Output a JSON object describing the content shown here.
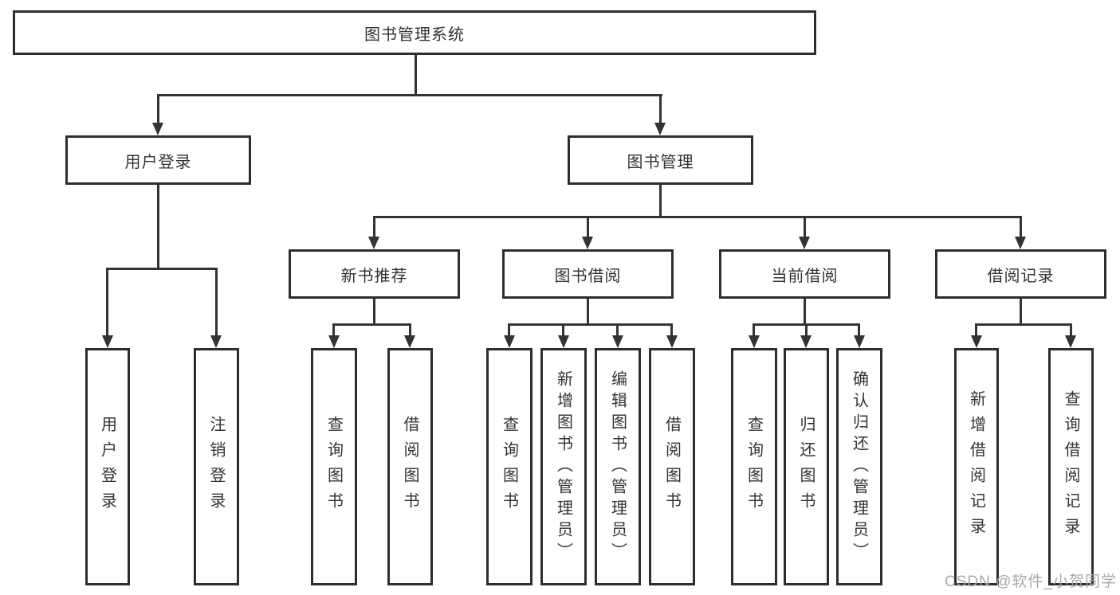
{
  "diagram": {
    "root": {
      "label": "图书管理系统"
    },
    "branches": [
      {
        "label": "用户登录",
        "children": [
          {
            "label": "用户登录"
          },
          {
            "label": "注销登录"
          }
        ]
      },
      {
        "label": "图书管理",
        "children": [
          {
            "label": "新书推荐",
            "children": [
              {
                "label": "查询图书"
              },
              {
                "label": "借阅图书"
              }
            ]
          },
          {
            "label": "图书借阅",
            "children": [
              {
                "label": "查询图书"
              },
              {
                "label": "新增图书（管理员）"
              },
              {
                "label": "编辑图书（管理员）"
              },
              {
                "label": "借阅图书"
              }
            ]
          },
          {
            "label": "当前借阅",
            "children": [
              {
                "label": "查询图书"
              },
              {
                "label": "归还图书"
              },
              {
                "label": "确认归还（管理员）"
              }
            ]
          },
          {
            "label": "借阅记录",
            "children": [
              {
                "label": "新增借阅记录"
              },
              {
                "label": "查询借阅记录"
              }
            ]
          }
        ]
      }
    ]
  },
  "watermark": {
    "text": "CSDN @软件_小贺同学"
  },
  "colors": {
    "line": "#333333",
    "box_border": "#2e2e2e",
    "text": "#333333",
    "background": "#ffffff",
    "watermark": "#a9a9a9"
  }
}
